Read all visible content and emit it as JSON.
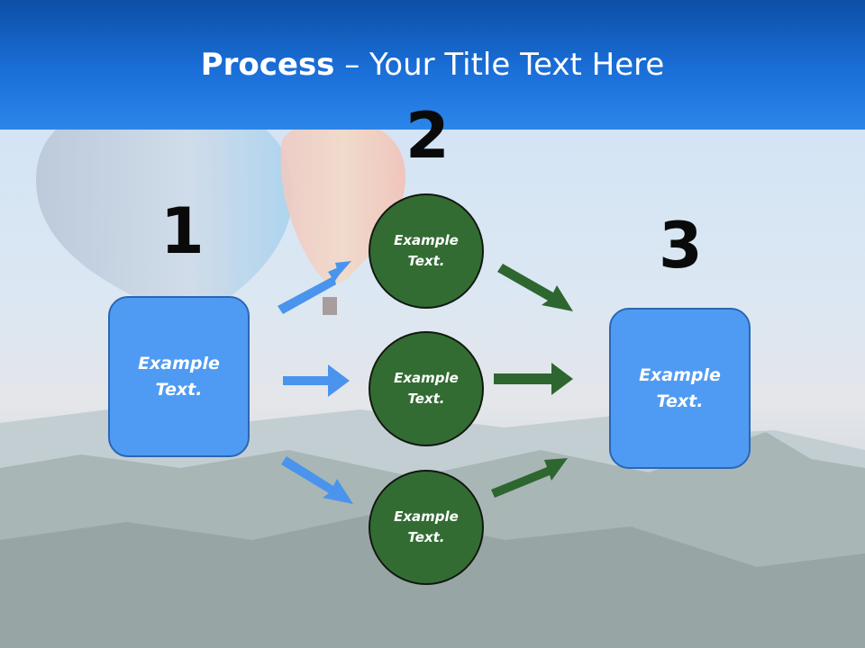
{
  "title": {
    "bold": "Process",
    "rest": " – Your Title Text Here"
  },
  "steps": [
    {
      "number": "1",
      "box_text": "Example\nText."
    },
    {
      "number": "2",
      "circles": [
        "Example\nText.",
        "Example\nText.",
        "Example\nText."
      ]
    },
    {
      "number": "3",
      "box_text": "Example\nText."
    }
  ],
  "colors": {
    "header": "#1a6fd8",
    "box_fill": "#4f9bf3",
    "box_border": "#2b66b3",
    "circle_fill": "#336c33",
    "blue_arrow": "#4a94ee",
    "green_arrow": "#2e6630"
  }
}
